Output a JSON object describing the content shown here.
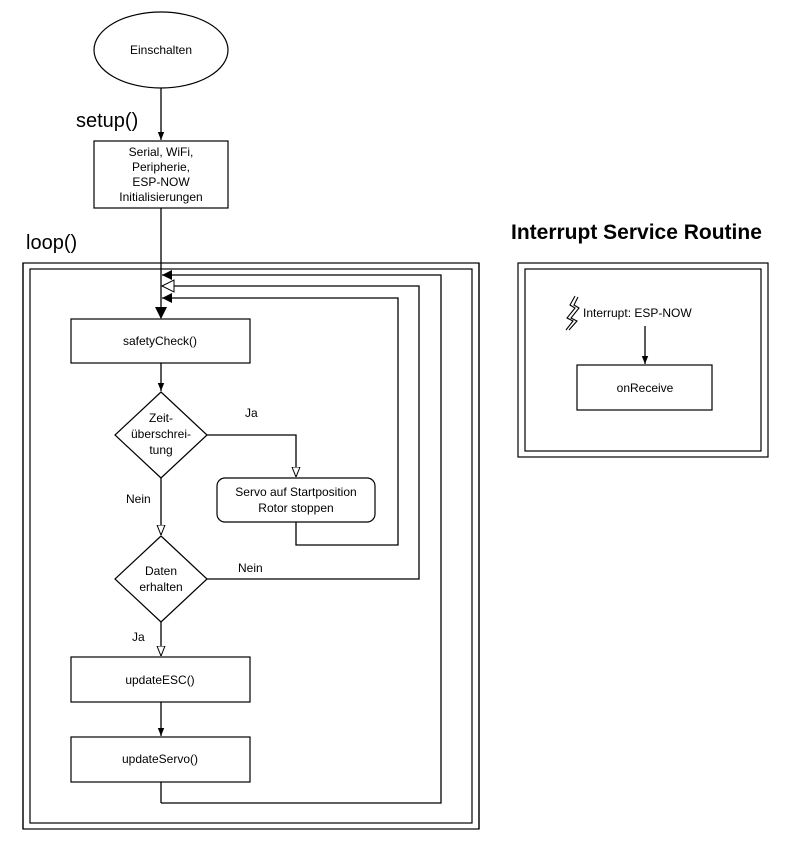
{
  "start": {
    "label": "Einschalten"
  },
  "setup": {
    "label": "setup()",
    "box_lines": [
      "Serial, WiFi,",
      "Peripherie,",
      "ESP-NOW",
      "Initialisierungen"
    ]
  },
  "loop": {
    "label": "loop()"
  },
  "safety": {
    "label": "safetyCheck()"
  },
  "timeout": {
    "lines": [
      "Zeit-",
      "überschrei-",
      "tung"
    ],
    "yes": "Ja",
    "no": "Nein"
  },
  "reset": {
    "lines": [
      "Servo auf Startposition",
      "Rotor stoppen"
    ]
  },
  "data": {
    "lines": [
      "Daten",
      "erhalten"
    ],
    "yes": "Ja",
    "no": "Nein"
  },
  "esc": {
    "label": "updateESC()"
  },
  "servo": {
    "label": "updateServo()"
  },
  "isr": {
    "title": "Interrupt Service Routine",
    "trigger": "Interrupt: ESP-NOW",
    "handler": "onReceive",
    "icon": "lightning-icon"
  }
}
